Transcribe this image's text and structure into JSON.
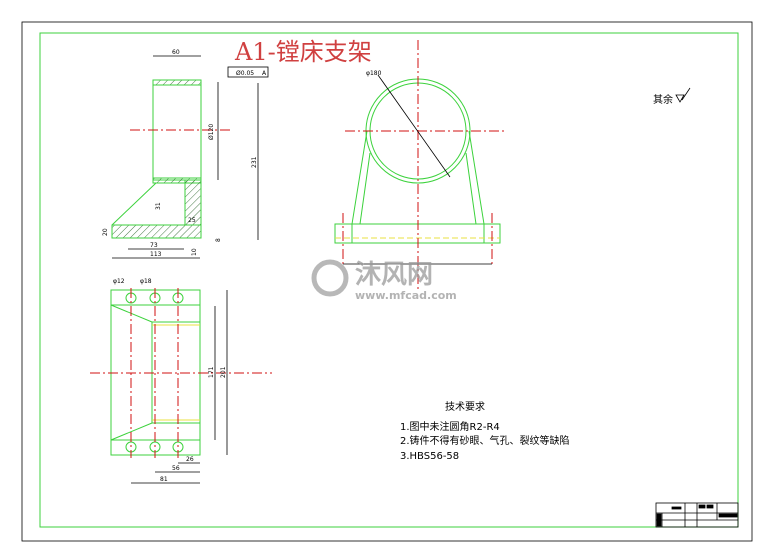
{
  "title": "A1-镗床支架",
  "dimensions": {
    "side_view": [
      "60",
      "Ø0.05",
      "A",
      "Ø120",
      "231",
      "31",
      "25",
      "73",
      "113",
      "20",
      "8",
      "10"
    ],
    "front_view": [
      "φ180"
    ],
    "top_view": [
      "φ12",
      "φ18",
      "171",
      "201",
      "26",
      "56",
      "81"
    ]
  },
  "roughness_note": "其余",
  "technical_requirements": {
    "heading": "技术要求",
    "items": [
      "1.图中未注圆角R2-R4",
      "2.铸件不得有砂眼、气孔、裂纹等缺陷",
      "3.HBS56-58"
    ]
  },
  "watermark": {
    "brand": "沐风网",
    "url": "www.mfcad.com"
  },
  "colors": {
    "outline": "#3cd23c",
    "centerline": "#d01010",
    "title": "#d04040"
  }
}
